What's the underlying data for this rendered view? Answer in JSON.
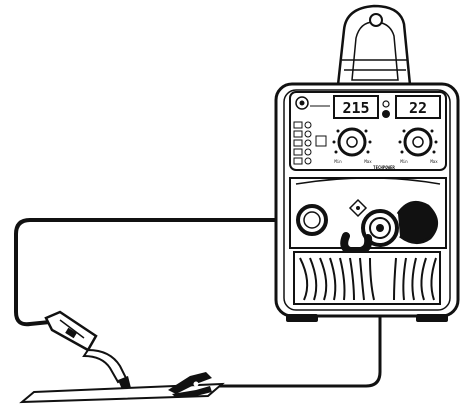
{
  "figure": {
    "display_left": {
      "value": "215"
    },
    "display_right": {
      "value": "22"
    },
    "brand": {
      "text": "TECHPOWER"
    },
    "knob_left": {
      "ticks": [
        "Min",
        "Max"
      ]
    },
    "knob_right": {
      "ticks": [
        "Min",
        "Max"
      ]
    }
  }
}
